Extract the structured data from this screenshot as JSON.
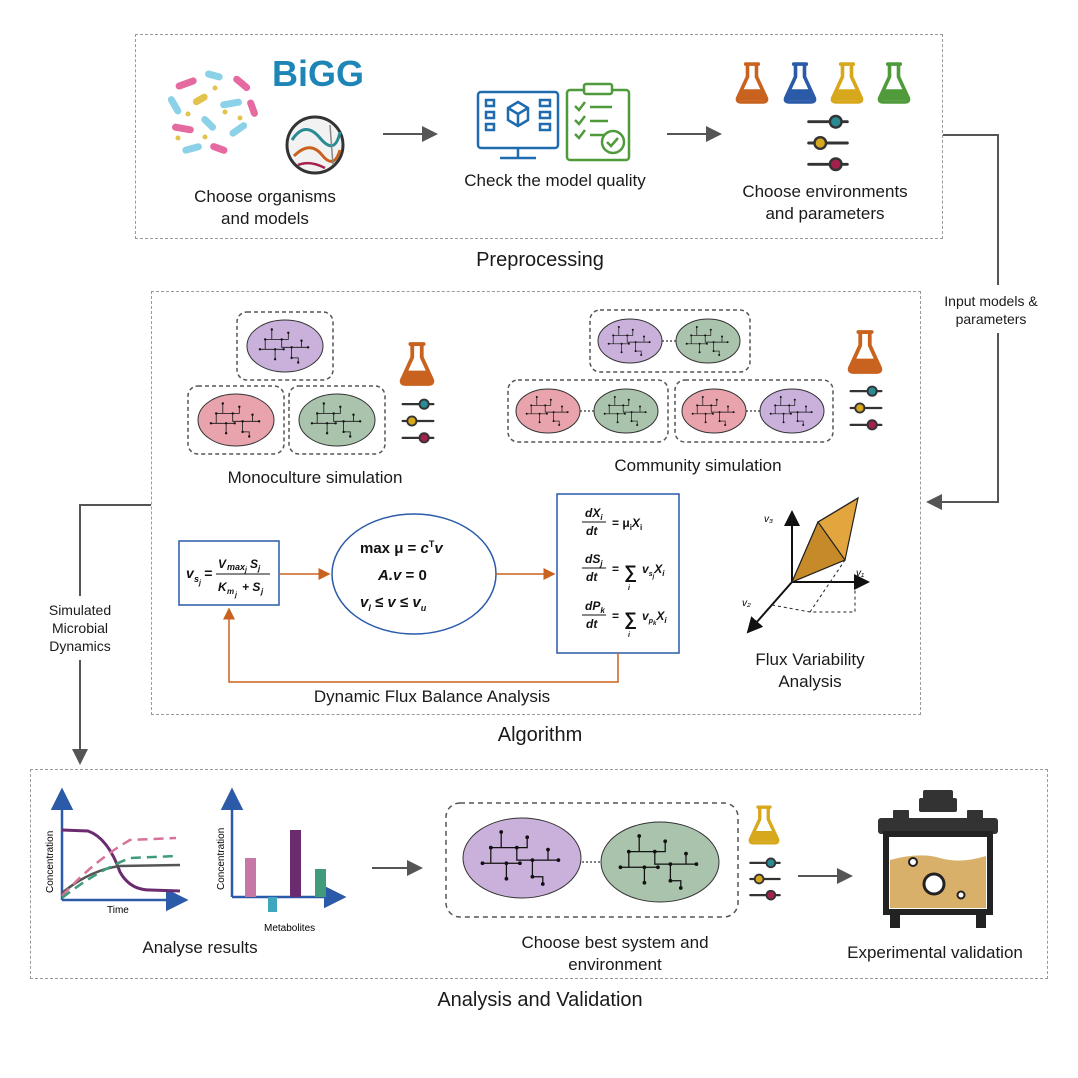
{
  "preprocessing": {
    "title": "Preprocessing",
    "bigg_logo": "BiGG",
    "step1": "Choose organisms and models",
    "step1_line1": "Choose organisms",
    "step1_line2": "and models",
    "step2": "Check the model quality",
    "step3_line1": "Choose environments",
    "step3_line2": "and parameters"
  },
  "connectors": {
    "input_line1": "Input models &",
    "input_line2": "parameters",
    "simulated_line1": "Simulated",
    "simulated_line2": "Microbial",
    "simulated_line3": "Dynamics"
  },
  "algorithm": {
    "title": "Algorithm",
    "monoculture": "Monoculture simulation",
    "community": "Community simulation",
    "dfba": "Dynamic Flux Balance Analysis",
    "fva_line1": "Flux Variability",
    "fva_line2": "Analysis",
    "axis_v1": "v₁",
    "axis_v2": "v₂",
    "axis_v3": "v₃"
  },
  "analysis": {
    "title": "Analysis and Validation",
    "analyse": "Analyse results",
    "choose_line1": "Choose best system and",
    "choose_line2": "environment",
    "experimental": "Experimental validation",
    "plot1_ylabel": "Concentration",
    "plot1_xlabel": "Time",
    "plot2_ylabel": "Concentration",
    "plot2_xlabel": "Metabolites"
  },
  "colors": {
    "orange": "#c8621e",
    "blue": "#2a5aa8",
    "yellow": "#d8a81c",
    "green": "#4f9a3a",
    "purple_cell": "#c9b1dc",
    "pink_cell": "#e9a3ad",
    "green_cell": "#a9c3ac",
    "teal": "#2a8b95",
    "crimson": "#a3214a"
  },
  "icons": [
    "bacteria-icon",
    "bigg-logo",
    "map-icon",
    "computer-icon",
    "clipboard-check-icon",
    "flask-icon",
    "sliders-icon",
    "bioreactor-icon"
  ]
}
